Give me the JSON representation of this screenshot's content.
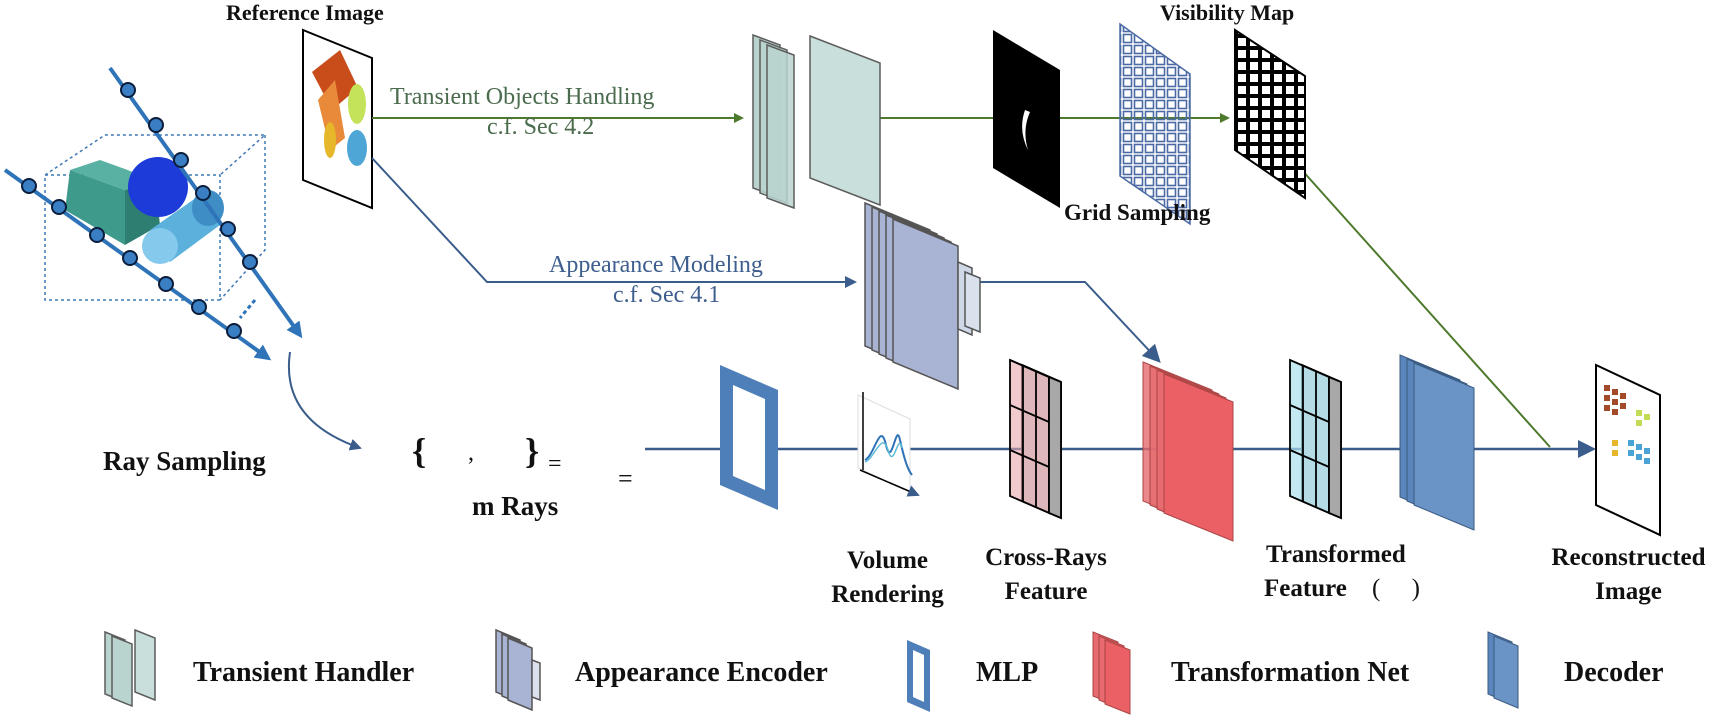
{
  "labels": {
    "reference_image": "Reference Image",
    "visibility_map": "Visibility Map",
    "transient_path": "Transient Objects Handling",
    "transient_ref": "c.f. Sec 4.2",
    "appearance_path": "Appearance Modeling",
    "appearance_ref": "c.f. Sec 4.1",
    "grid_sampling": "Grid Sampling",
    "ray_sampling": "Ray Sampling",
    "set_open": "{",
    "set_comma": ",",
    "set_close": "}",
    "equals_small": "=",
    "equals": "=",
    "m_rays": "m Rays",
    "volume_rendering_1": "Volume",
    "volume_rendering_2": "Rendering",
    "cross_rays_1": "Cross-Rays",
    "cross_rays_2": "Feature",
    "transformed_1": "Transformed",
    "transformed_2": "Feature",
    "transformed_paren": "(     )",
    "reconstructed_1": "Reconstructed",
    "reconstructed_2": "Image"
  },
  "legend": [
    {
      "label": "Transient Handler"
    },
    {
      "label": "Appearance Encoder"
    },
    {
      "label": "MLP"
    },
    {
      "label": "Transformation Net"
    },
    {
      "label": "Decoder"
    }
  ],
  "colors": {
    "transient": "#b9d4cf",
    "appearance": "#a9b3d3",
    "mlp": "#4f7fb8",
    "transformation": "#e66a6f",
    "decoder": "#5b86bd",
    "green_arrow": "#4e7a2d",
    "blue_arrow": "#3a5d8c"
  }
}
